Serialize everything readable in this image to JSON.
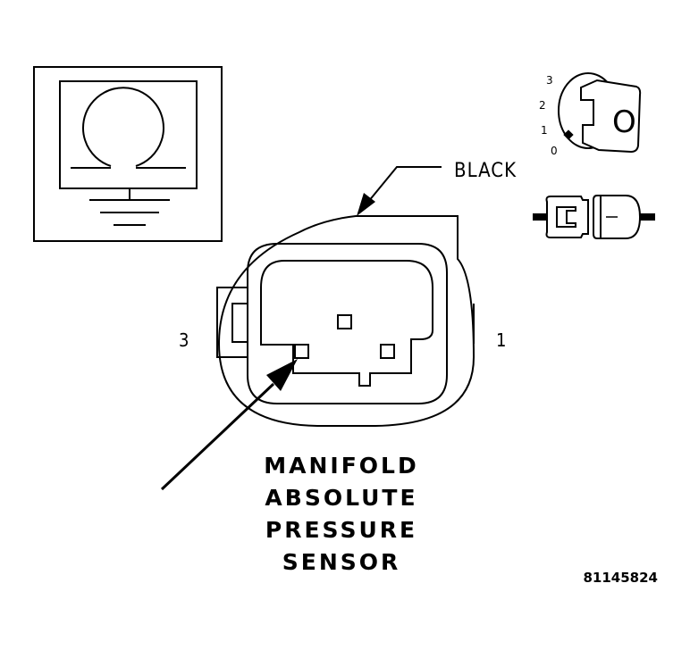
{
  "labels": {
    "wire_color": "BLACK",
    "pin_left": "3",
    "pin_right": "1",
    "key_positions": [
      "3",
      "2",
      "1",
      "0"
    ],
    "key_letter": "O",
    "component_lines": [
      "MANIFOLD",
      "ABSOLUTE",
      "PRESSURE",
      "SENSOR"
    ],
    "figure_id": "81145824"
  },
  "icons": {
    "meter": "ohmmeter-icon",
    "ignition": "ignition-key-icon",
    "connector": "disconnected-connector-icon"
  }
}
